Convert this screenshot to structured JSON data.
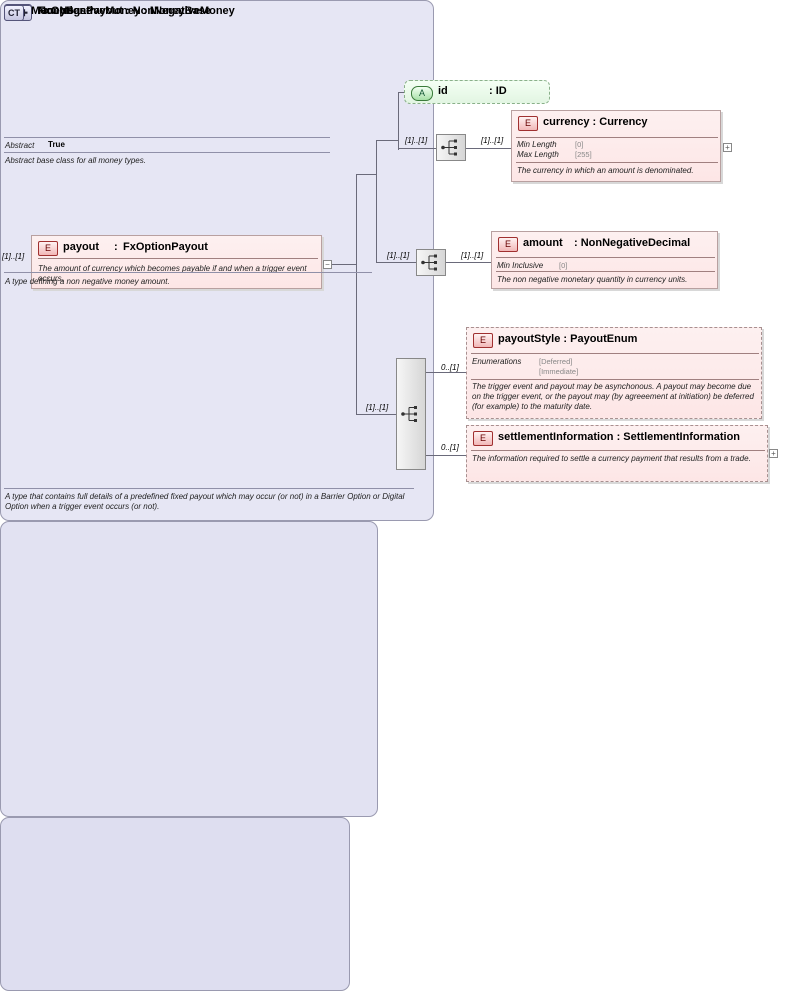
{
  "root": {
    "cardinality": "[1]..[1]",
    "name": "payout",
    "type_sep": ":",
    "type": "FxOptionPayout",
    "badge": "E",
    "doc": "The amount of currency which becomes payable if and when a trigger event occurs."
  },
  "ct_outer": {
    "badge": "CT",
    "title": "FxOptionPayout : NonNegativeMoney",
    "doc": "A type that contains full details of a predefined fixed payout which may occur (or not) in a Barrier Option or Digital Option when a trigger event occurs (or not)."
  },
  "ct_mid": {
    "badge": "CT",
    "title": "NonNegativeMoney : MoneyBase",
    "doc": "A type defining a non negative money amount."
  },
  "ct_inner": {
    "badge": "CT",
    "title": "MoneyBase",
    "abstract_label": "Abstract",
    "abstract_value": "True",
    "doc": "Abstract base class for all money types."
  },
  "attribute_id": {
    "badge": "A",
    "name": "id",
    "type": ": ID"
  },
  "currency": {
    "badge": "E",
    "title": "currency : Currency",
    "min_length_label": "Min Length",
    "min_length_value": "[0]",
    "max_length_label": "Max Length",
    "max_length_value": "[255]",
    "doc": "The currency in which an amount is denominated.",
    "card_left": "[1]..[1]",
    "card_right": "[1]..[1]"
  },
  "amount": {
    "badge": "E",
    "name": "amount",
    "type": ": NonNegativeDecimal",
    "min_inclusive_label": "Min Inclusive",
    "min_inclusive_value": "[0]",
    "doc": "The non negative monetary quantity in currency units.",
    "card_left": "[1]..[1]",
    "card_right": "[1]..[1]"
  },
  "payout_style": {
    "badge": "E",
    "title": "payoutStyle : PayoutEnum",
    "enum_label": "Enumerations",
    "enum_values": [
      "[Deferred]",
      "[Immediate]"
    ],
    "doc": "The trigger event and payout may be asynchonous. A payout may become due on the trigger event, or the payout may (by agreeement at initiation) be deferred (for example) to the maturity date.",
    "card": "0..[1]"
  },
  "settlement": {
    "badge": "E",
    "title": "settlementInformation : SettlementInformation",
    "doc": "The information required to settle a currency payment that results from a trade.",
    "card": "0..[1]"
  },
  "seq_outer_card": "[1]..[1]",
  "colors": {
    "ct_bg": "#e6e6f4",
    "element_bg": "#fde6e6",
    "attribute_bg": "#e2f5e2",
    "line": "#6a6a7a"
  }
}
